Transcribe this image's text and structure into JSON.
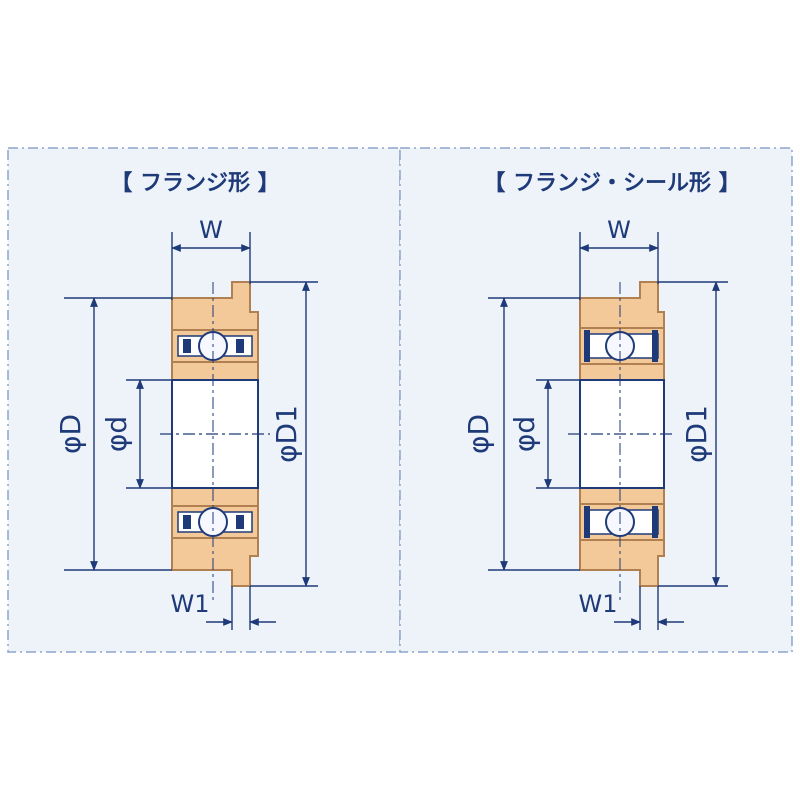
{
  "colors": {
    "panel_bg": "#eef2f9",
    "panel_border": "#8ea4cc",
    "line": "#1e3a78",
    "bearing_fill": "#f4c99a",
    "bearing_stroke": "#b08050",
    "ball_fill": "#f7f7ff"
  },
  "panels": [
    {
      "title": "【 フランジ形 】",
      "type": "flanged",
      "labels": {
        "w": "W",
        "w1": "W1",
        "od": "φD",
        "bore": "φd",
        "flange_od": "φD1"
      }
    },
    {
      "title": "【 フランジ・シール形 】",
      "type": "flanged-sealed",
      "labels": {
        "w": "W",
        "w1": "W1",
        "od": "φD",
        "bore": "φd",
        "flange_od": "φD1"
      }
    }
  ]
}
